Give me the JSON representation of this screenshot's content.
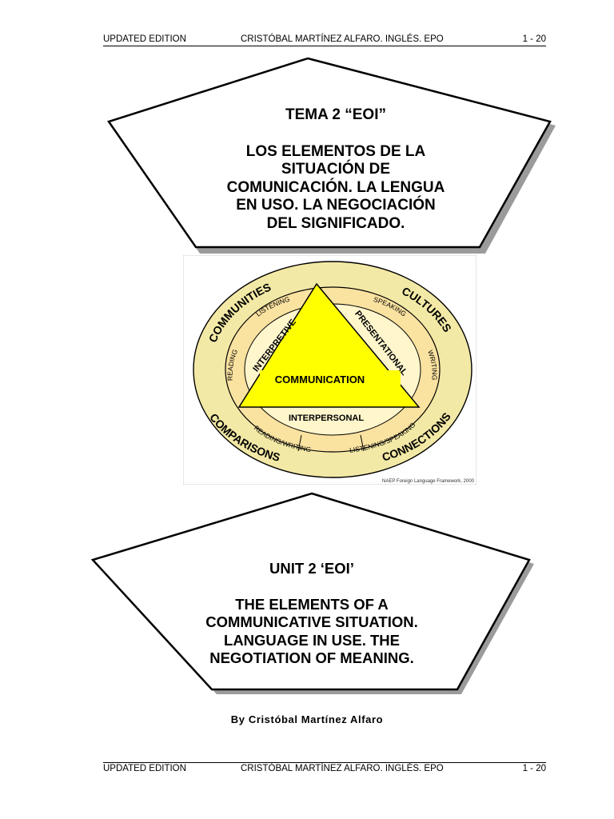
{
  "header": {
    "left": "UPDATED EDITION",
    "center": "CRISTÓBAL MARTÍNEZ ALFARO. INGLÉS. EPO",
    "right": "1 - 20"
  },
  "footer": {
    "left": "UPDATED EDITION",
    "center": "CRISTÓBAL MARTÍNEZ ALFARO. INGLÉS. EPO",
    "right": "1 - 20"
  },
  "spanish_title": {
    "heading": "TEMA 2 “EOI”",
    "lines": [
      "LOS ELEMENTOS DE LA",
      "SITUACIÓN DE",
      "COMUNICACIÓN. LA LENGUA",
      "EN USO. LA NEGOCIACIÓN",
      "DEL SIGNIFICADO."
    ]
  },
  "english_title": {
    "heading": "UNIT 2 ‘EOI’",
    "lines": [
      "THE ELEMENTS OF A",
      "COMMUNICATIVE SITUATION.",
      "LANGUAGE IN USE. THE",
      "NEGOTIATION OF MEANING."
    ]
  },
  "diagram": {
    "center": "COMMUNICATION",
    "outer_ring": [
      "COMMUNITIES",
      "CULTURES",
      "COMPARISONS",
      "CONNECTIONS"
    ],
    "modes": [
      "INTERPRETIVE",
      "PRESENTATIONAL",
      "INTERPERSONAL"
    ],
    "skills": [
      "LISTENING",
      "SPEAKING",
      "READING",
      "WRITING",
      "READING/WRITING",
      "LISTENING/SPEAKING"
    ],
    "credit": "NAEP Foreign Language Framework, 2000",
    "colors": {
      "ring": "#f3e9a6",
      "ring_band": "#fae2a0",
      "triangle": "#ffff00",
      "outline": "#000000"
    }
  },
  "byline": "By Cristóbal Martínez Alfaro"
}
